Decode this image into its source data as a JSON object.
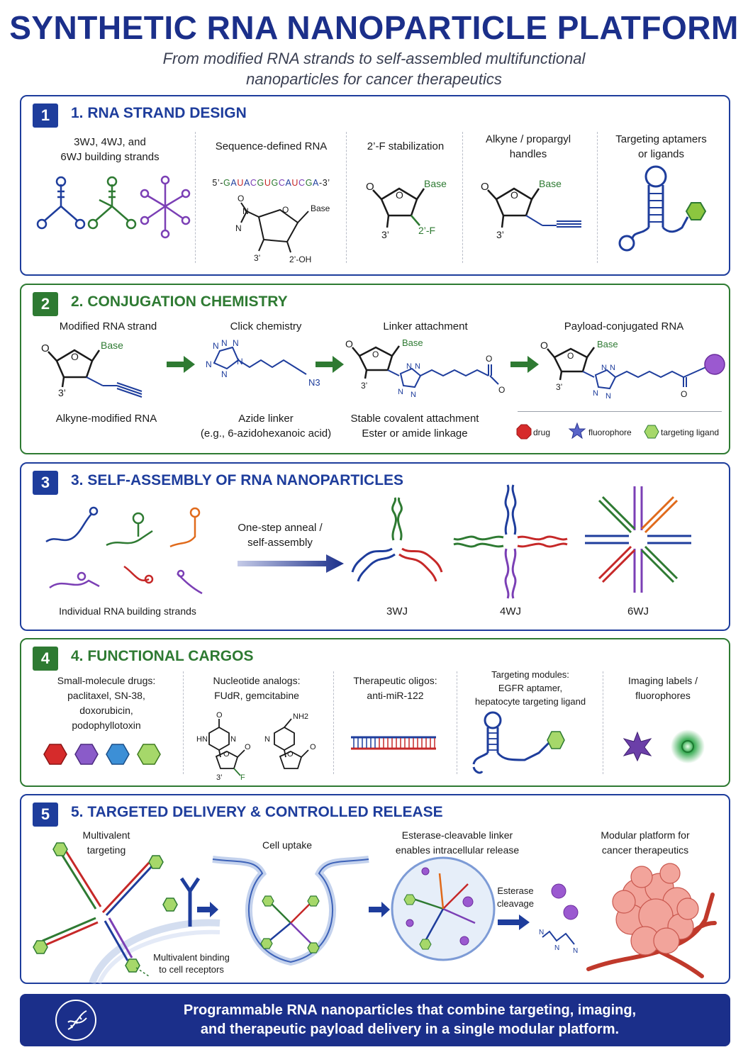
{
  "title": "SYNTHETIC RNA NANOPARTICLE PLATFORM",
  "subtitle_line1": "From modified RNA strands to self-assembled multifunctional",
  "subtitle_line2": "nanoparticles for cancer therapeutics",
  "colors": {
    "navy": "#1b2f8a",
    "blue": "#1e3d9c",
    "green": "#2e7a32",
    "purple": "#7b3fb5",
    "red": "#c62828",
    "orange": "#e06a1b",
    "ligand": "#8cc63f",
    "payload": "#9b59d0"
  },
  "panel1": {
    "badge": "1",
    "title": "1. RNA STRAND DESIGN",
    "col1": [
      "3WJ, 4WJ, and",
      "6WJ building strands"
    ],
    "col2": "Sequence-defined RNA",
    "sequence_prefix": "5’-",
    "sequence_bases": [
      "G",
      "A",
      "U",
      "A",
      "C",
      "G",
      "U",
      "G",
      "C",
      "A",
      "U",
      "C",
      "G",
      "A"
    ],
    "sequence_suffix": "-3’",
    "col3": "2’-F stabilization",
    "col4": [
      "Alkyne / propargyl",
      "handles"
    ],
    "col5": [
      "Targeting aptamers",
      "or ligands"
    ],
    "chem": {
      "base": "Base",
      "three": "3’",
      "two_oh": "2’-OH",
      "two_f": "2’-F",
      "o": "O",
      "n": "N"
    }
  },
  "panel2": {
    "badge": "2",
    "title": "2. CONJUGATION CHEMISTRY",
    "h1": "Modified RNA strand",
    "h2": "Click chemistry",
    "h3": "Linker attachment",
    "h4": "Payload-conjugated RNA",
    "c1": "Alkyne-modified RNA",
    "c2": [
      "Azide linker",
      "(e.g., 6-azidohexanoic acid)"
    ],
    "c3": [
      "Stable covalent attachment",
      "Ester or amide linkage"
    ],
    "n3": "N3",
    "legend": [
      "drug",
      "fluorophore",
      "targeting ligand"
    ]
  },
  "panel3": {
    "badge": "3",
    "title": "3. SELF-ASSEMBLY OF RNA NANOPARTICLES",
    "arrow_label": [
      "One-step anneal /",
      "self-assembly"
    ],
    "strands_caption": "Individual RNA building strands",
    "structures": [
      "3WJ",
      "4WJ",
      "6WJ"
    ]
  },
  "panel4": {
    "badge": "4",
    "title": "4. FUNCTIONAL CARGOS",
    "c1": [
      "Small-molecule drugs:",
      "paclitaxel, SN-38,",
      "doxorubicin,",
      "podophyllotoxin"
    ],
    "c2": [
      "Nucleotide analogs:",
      "FUdR, gemcitabine"
    ],
    "c3": [
      "Therapeutic oligos:",
      "anti-miR-122"
    ],
    "c4": [
      "Targeting modules:",
      "EGFR aptamer,",
      "hepatocyte targeting ligand"
    ],
    "c5": [
      "Imaging labels /",
      "fluorophores"
    ],
    "chem": {
      "hn": "HN",
      "nh2": "NH2",
      "f": "F",
      "o": "O",
      "n": "N",
      "three": "3’"
    }
  },
  "panel5": {
    "badge": "5",
    "title": "5. TARGETED DELIVERY & CONTROLLED RELEASE",
    "h1": [
      "Multivalent",
      "targeting"
    ],
    "h2": "Cell uptake",
    "h3": [
      "Esterase-cleavable linker",
      "enables intracellular release"
    ],
    "h4": [
      "Modular platform for",
      "cancer therapeutics"
    ],
    "binding": [
      "Multivalent binding",
      "to cell receptors"
    ],
    "esterase": [
      "Esterase",
      "cleavage"
    ]
  },
  "banner": [
    "Programmable RNA nanoparticles that combine targeting, imaging,",
    "and therapeutic payload delivery in a single modular platform."
  ]
}
